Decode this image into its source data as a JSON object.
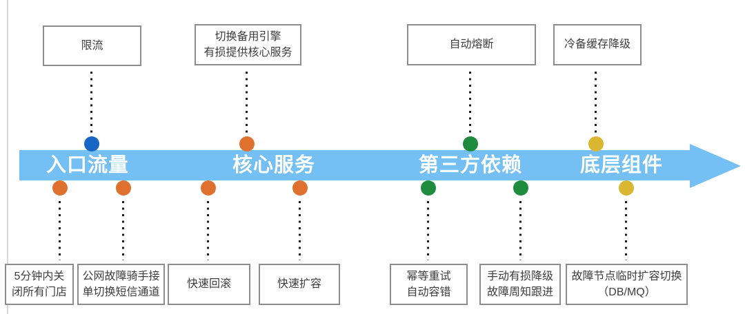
{
  "colors": {
    "arrow_band": "#74BFF3",
    "dot_blue": "#1666C5",
    "dot_orange": "#E0702E",
    "dot_green": "#1E8C3C",
    "dot_yellow": "#D9B731",
    "box_border": "#8C8C8C",
    "box_text": "#3D3D3D",
    "segment_label_text": "#FFFFFF"
  },
  "timeline": {
    "segments": [
      {
        "label": "入口流量"
      },
      {
        "label": "核心服务"
      },
      {
        "label": "第三方依赖"
      },
      {
        "label": "底层组件"
      }
    ]
  },
  "top_nodes": [
    {
      "label": "限流",
      "dot_color": "blue"
    },
    {
      "label": "切换备用引擎\n有损提供核心服务",
      "dot_color": "orange"
    },
    {
      "label": "自动熔断",
      "dot_color": "green"
    },
    {
      "label": "冷备缓存降级",
      "dot_color": "yellow"
    }
  ],
  "bottom_nodes": [
    {
      "label": "5分钟内关\n闭所有门店",
      "dot_color": "orange"
    },
    {
      "label": "公网故障骑手接\n单切换短信通道",
      "dot_color": "orange"
    },
    {
      "label": "快速回滚",
      "dot_color": "orange"
    },
    {
      "label": "快速扩容",
      "dot_color": "orange"
    },
    {
      "label": "幂等重试\n自动容错",
      "dot_color": "green"
    },
    {
      "label": "手动有损降级\n故障周知跟进",
      "dot_color": "green"
    },
    {
      "label": "故障节点临时扩容切换\n（DB/MQ）",
      "dot_color": "yellow"
    }
  ]
}
